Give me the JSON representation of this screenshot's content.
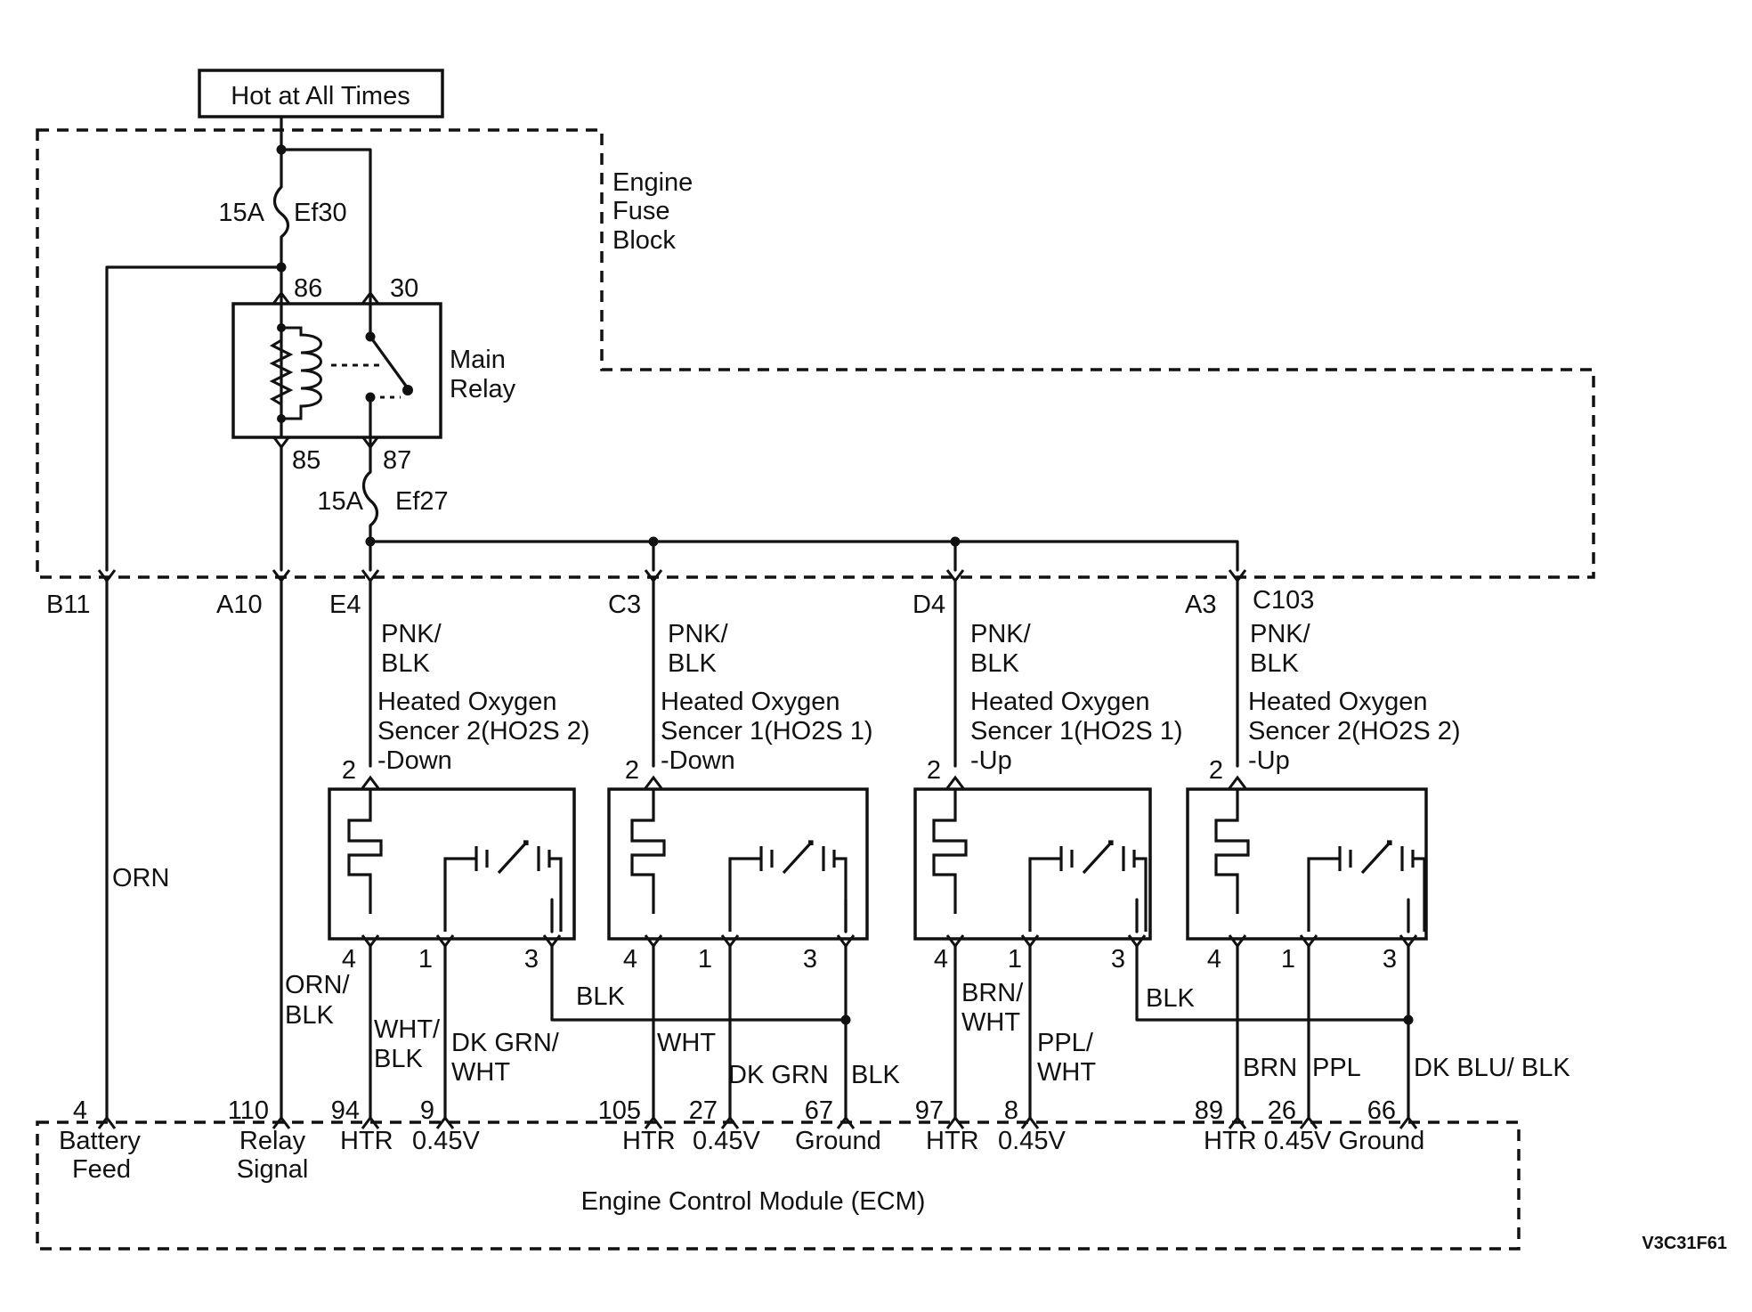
{
  "header": {
    "power_label": "Hot at All Times"
  },
  "fuse_block": {
    "label_line1": "Engine",
    "label_line2": "Fuse",
    "label_line3": "Block"
  },
  "fuses": [
    {
      "amp": "15A",
      "name": "Ef30"
    },
    {
      "amp": "15A",
      "name": "Ef27"
    }
  ],
  "relay": {
    "label_line1": "Main",
    "label_line2": "Relay",
    "pins": {
      "p86": "86",
      "p30": "30",
      "p85": "85",
      "p87": "87"
    }
  },
  "connectors": {
    "b11": "B11",
    "a10": "A10",
    "e4": "E4",
    "c3": "C3",
    "d4": "D4",
    "a3": "A3",
    "c103": "C103"
  },
  "sensors": [
    {
      "line1": "Heated Oxygen",
      "line2": "Sencer 2(HO2S 2)",
      "line3": "-Down",
      "pin_top": "2",
      "pin_left": "4",
      "pin_mid": "1",
      "pin_right": "3"
    },
    {
      "line1": "Heated Oxygen",
      "line2": "Sencer 1(HO2S 1)",
      "line3": "-Down",
      "pin_top": "2",
      "pin_left": "4",
      "pin_mid": "1",
      "pin_right": "3"
    },
    {
      "line1": "Heated Oxygen",
      "line2": "Sencer 1(HO2S 1)",
      "line3": "-Up",
      "pin_top": "2",
      "pin_left": "4",
      "pin_mid": "1",
      "pin_right": "3"
    },
    {
      "line1": "Heated Oxygen",
      "line2": "Sencer 2(HO2S 2)",
      "line3": "-Up",
      "pin_top": "2",
      "pin_left": "4",
      "pin_mid": "1",
      "pin_right": "3"
    }
  ],
  "wire_colors": {
    "orn": "ORN",
    "orn_blk_1": "ORN/",
    "orn_blk_2": "BLK",
    "pnk_blk_1": "PNK/",
    "pnk_blk_2": "BLK",
    "wht_blk_1": "WHT/",
    "wht_blk_2": "BLK",
    "dkgrn_wht_1": "DK GRN/",
    "dkgrn_wht_2": "WHT",
    "blk": "BLK",
    "wht": "WHT",
    "dk_grn": "DK GRN",
    "brn_wht_1": "BRN/",
    "brn_wht_2": "WHT",
    "ppl_wht_1": "PPL/",
    "ppl_wht_2": "WHT",
    "brn": "BRN",
    "ppl": "PPL",
    "dkblu_blk": "DK BLU/ BLK"
  },
  "ecm": {
    "title": "Engine Control Module (ECM)",
    "pins": [
      "4",
      "110",
      "94",
      "9",
      "105",
      "27",
      "67",
      "97",
      "8",
      "89",
      "26",
      "66"
    ],
    "func_battery_1": "Battery",
    "func_battery_2": "Feed",
    "func_relay_1": "Relay",
    "func_relay_2": "Signal",
    "func_htr": "HTR",
    "func_045": "0.45V",
    "func_ground": "Ground",
    "func_group_a": "HTR 0.45V",
    "func_group_b": "HTR 0.45V Ground"
  },
  "diagram_id": "V3C31F61"
}
